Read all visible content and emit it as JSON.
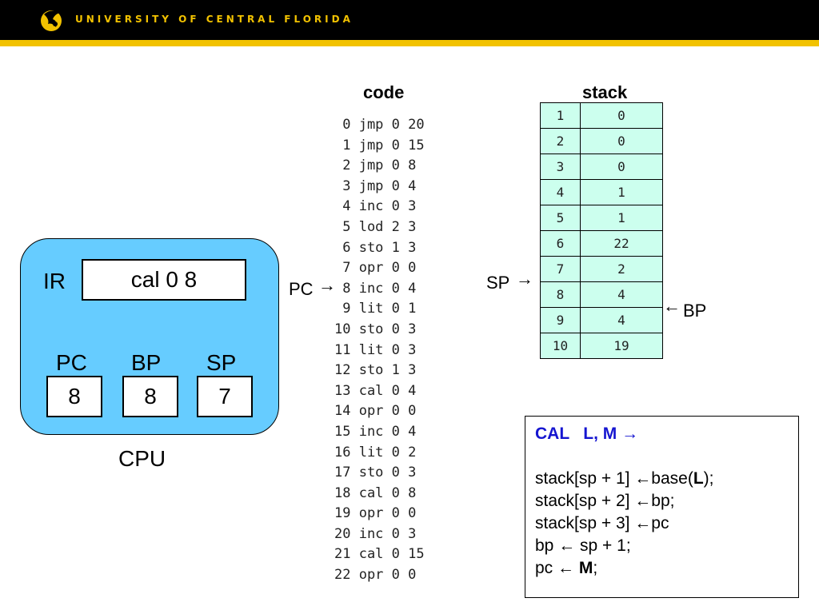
{
  "header": {
    "title": "UNIVERSITY OF CENTRAL FLORIDA",
    "logo_icon": "pegasus-logo-icon"
  },
  "cpu": {
    "label": "CPU",
    "ir_label": "IR",
    "ir_value": "cal 0 8",
    "registers": [
      {
        "label": "PC",
        "value": "8"
      },
      {
        "label": "BP",
        "value": "8"
      },
      {
        "label": "SP",
        "value": "7"
      }
    ]
  },
  "code": {
    "title": "code",
    "lines": [
      "0 jmp 0 20",
      "1 jmp 0 15",
      "2 jmp 0 8",
      "3 jmp 0 4",
      "4 inc 0 3",
      "5 lod 2 3",
      "6 sto 1 3",
      "7 opr 0 0",
      "8 inc 0 4",
      "9 lit 0 1",
      "10 sto 0 3",
      "11 lit 0 3",
      "12 sto 1 3",
      "13 cal 0 4",
      "14 opr 0 0",
      "15 inc 0 4",
      "16 lit 0 2",
      "17 sto 0 3",
      "18 cal 0 8",
      "19 opr 0 0",
      "20 inc 0 3",
      "21 cal 0 15",
      "22 opr 0 0"
    ],
    "pc_pointer": {
      "label": "PC",
      "arrow": "→",
      "line_index": 8
    }
  },
  "stack": {
    "title": "stack",
    "cells": [
      {
        "index": "1",
        "value": "0"
      },
      {
        "index": "2",
        "value": "0"
      },
      {
        "index": "3",
        "value": "0"
      },
      {
        "index": "4",
        "value": "1"
      },
      {
        "index": "5",
        "value": "1"
      },
      {
        "index": "6",
        "value": "22"
      },
      {
        "index": "7",
        "value": "2"
      },
      {
        "index": "8",
        "value": "4"
      },
      {
        "index": "9",
        "value": "4"
      },
      {
        "index": "10",
        "value": "19"
      }
    ],
    "sp_pointer": {
      "label": "SP",
      "arrow": "→",
      "row_index": 6
    },
    "bp_pointer": {
      "label": "BP",
      "arrow": "←",
      "row_index": 7
    }
  },
  "cal_box": {
    "heading": "CAL   L, M →",
    "heading_color": "#1515d0",
    "lines": [
      {
        "pre": "stack[sp + 1] ←base(",
        "bold": "L",
        "post": ");"
      },
      {
        "pre": "stack[sp + 2] ←bp;",
        "bold": "",
        "post": ""
      },
      {
        "pre": "stack[sp + 3] ←pc",
        "bold": "",
        "post": ""
      },
      {
        "pre": "bp ← sp + 1;",
        "bold": "",
        "post": ""
      },
      {
        "pre": "pc ← ",
        "bold": "M",
        "post": ";"
      }
    ]
  }
}
